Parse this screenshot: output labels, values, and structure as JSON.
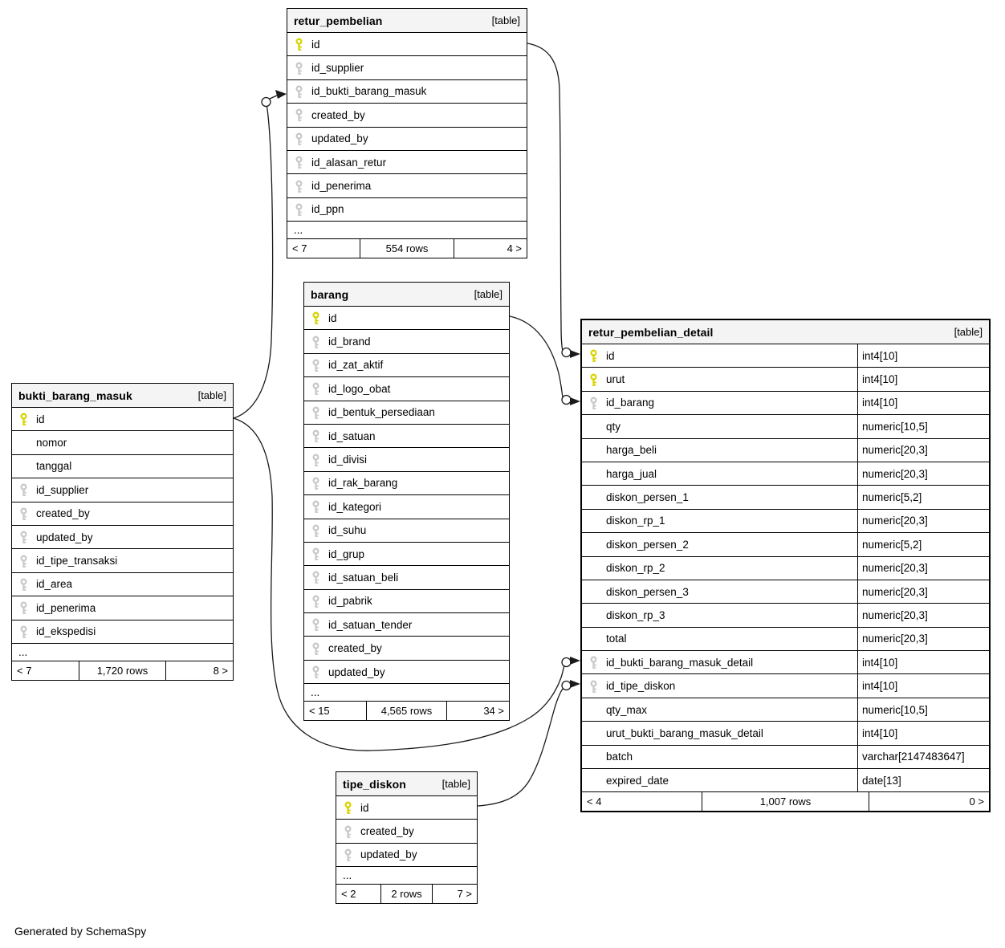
{
  "diagram": {
    "caption": "Generated by SchemaSpy",
    "badge": "[table]",
    "ellipsis": "...",
    "colors": {
      "pk_key": "#d8d400",
      "fk_key": "#c9c9c9",
      "header_bg": "#f4f4f4",
      "line": "#1a1a1a"
    },
    "tables": [
      {
        "name": "retur_pembelian",
        "columns": [
          {
            "name": "id",
            "key": "pk"
          },
          {
            "name": "id_supplier",
            "key": "fk"
          },
          {
            "name": "id_bukti_barang_masuk",
            "key": "fk"
          },
          {
            "name": "created_by",
            "key": "fk"
          },
          {
            "name": "updated_by",
            "key": "fk"
          },
          {
            "name": "id_alasan_retur",
            "key": "fk"
          },
          {
            "name": "id_penerima",
            "key": "fk"
          },
          {
            "name": "id_ppn",
            "key": "fk"
          }
        ],
        "has_ellipsis": true,
        "footer": {
          "left": "< 7",
          "center": "554 rows",
          "right": "4 >"
        }
      },
      {
        "name": "barang",
        "columns": [
          {
            "name": "id",
            "key": "pk"
          },
          {
            "name": "id_brand",
            "key": "fk"
          },
          {
            "name": "id_zat_aktif",
            "key": "fk"
          },
          {
            "name": "id_logo_obat",
            "key": "fk"
          },
          {
            "name": "id_bentuk_persediaan",
            "key": "fk"
          },
          {
            "name": "id_satuan",
            "key": "fk"
          },
          {
            "name": "id_divisi",
            "key": "fk"
          },
          {
            "name": "id_rak_barang",
            "key": "fk"
          },
          {
            "name": "id_kategori",
            "key": "fk"
          },
          {
            "name": "id_suhu",
            "key": "fk"
          },
          {
            "name": "id_grup",
            "key": "fk"
          },
          {
            "name": "id_satuan_beli",
            "key": "fk"
          },
          {
            "name": "id_pabrik",
            "key": "fk"
          },
          {
            "name": "id_satuan_tender",
            "key": "fk"
          },
          {
            "name": "created_by",
            "key": "fk"
          },
          {
            "name": "updated_by",
            "key": "fk"
          }
        ],
        "has_ellipsis": true,
        "footer": {
          "left": "< 15",
          "center": "4,565 rows",
          "right": "34 >"
        }
      },
      {
        "name": "bukti_barang_masuk",
        "columns": [
          {
            "name": "id",
            "key": "pk"
          },
          {
            "name": "nomor",
            "key": null
          },
          {
            "name": "tanggal",
            "key": null
          },
          {
            "name": "id_supplier",
            "key": "fk"
          },
          {
            "name": "created_by",
            "key": "fk"
          },
          {
            "name": "updated_by",
            "key": "fk"
          },
          {
            "name": "id_tipe_transaksi",
            "key": "fk"
          },
          {
            "name": "id_area",
            "key": "fk"
          },
          {
            "name": "id_penerima",
            "key": "fk"
          },
          {
            "name": "id_ekspedisi",
            "key": "fk"
          }
        ],
        "has_ellipsis": true,
        "footer": {
          "left": "< 7",
          "center": "1,720 rows",
          "right": "8 >"
        }
      },
      {
        "name": "retur_pembelian_detail",
        "columns": [
          {
            "name": "id",
            "key": "pk",
            "type": "int4[10]"
          },
          {
            "name": "urut",
            "key": "pk",
            "type": "int4[10]"
          },
          {
            "name": "id_barang",
            "key": "fk",
            "type": "int4[10]"
          },
          {
            "name": "qty",
            "key": null,
            "type": "numeric[10,5]"
          },
          {
            "name": "harga_beli",
            "key": null,
            "type": "numeric[20,3]"
          },
          {
            "name": "harga_jual",
            "key": null,
            "type": "numeric[20,3]"
          },
          {
            "name": "diskon_persen_1",
            "key": null,
            "type": "numeric[5,2]"
          },
          {
            "name": "diskon_rp_1",
            "key": null,
            "type": "numeric[20,3]"
          },
          {
            "name": "diskon_persen_2",
            "key": null,
            "type": "numeric[5,2]"
          },
          {
            "name": "diskon_rp_2",
            "key": null,
            "type": "numeric[20,3]"
          },
          {
            "name": "diskon_persen_3",
            "key": null,
            "type": "numeric[20,3]"
          },
          {
            "name": "diskon_rp_3",
            "key": null,
            "type": "numeric[20,3]"
          },
          {
            "name": "total",
            "key": null,
            "type": "numeric[20,3]"
          },
          {
            "name": "id_bukti_barang_masuk_detail",
            "key": "fk",
            "type": "int4[10]"
          },
          {
            "name": "id_tipe_diskon",
            "key": "fk",
            "type": "int4[10]"
          },
          {
            "name": "qty_max",
            "key": null,
            "type": "numeric[10,5]"
          },
          {
            "name": "urut_bukti_barang_masuk_detail",
            "key": null,
            "type": "int4[10]"
          },
          {
            "name": "batch",
            "key": null,
            "type": "varchar[2147483647]"
          },
          {
            "name": "expired_date",
            "key": null,
            "type": "date[13]"
          }
        ],
        "has_ellipsis": false,
        "footer": {
          "left": "< 4",
          "center": "1,007 rows",
          "right": "0 >"
        }
      },
      {
        "name": "tipe_diskon",
        "columns": [
          {
            "name": "id",
            "key": "pk"
          },
          {
            "name": "created_by",
            "key": "fk"
          },
          {
            "name": "updated_by",
            "key": "fk"
          }
        ],
        "has_ellipsis": true,
        "footer": {
          "left": "< 2",
          "center": "2 rows",
          "right": "7 >"
        }
      }
    ],
    "relationships": [
      {
        "from": "retur_pembelian.id",
        "to": "retur_pembelian_detail.id"
      },
      {
        "from": "barang.id",
        "to": "retur_pembelian_detail.id_barang"
      },
      {
        "from": "bukti_barang_masuk.id",
        "to": "retur_pembelian.id_bukti_barang_masuk"
      },
      {
        "from": "bukti_barang_masuk.id",
        "to": "retur_pembelian_detail.id_bukti_barang_masuk_detail"
      },
      {
        "from": "tipe_diskon.id",
        "to": "retur_pembelian_detail.id_tipe_diskon"
      }
    ]
  }
}
